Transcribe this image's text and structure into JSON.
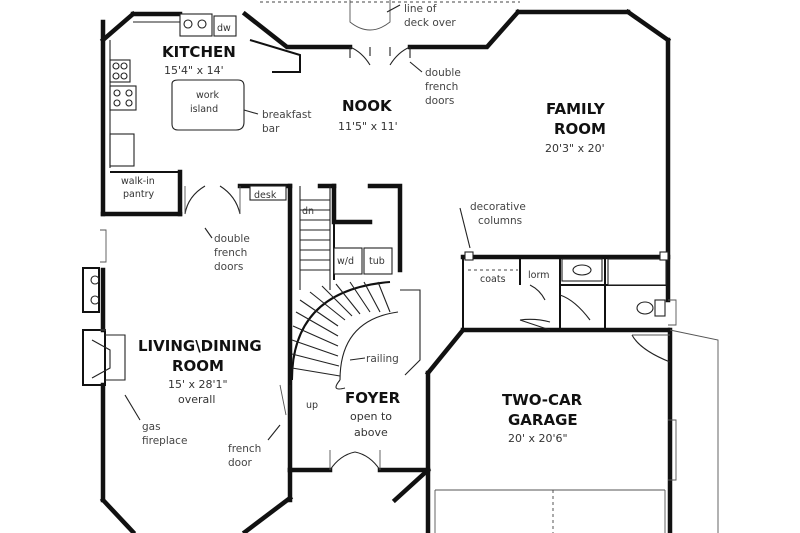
{
  "rooms": {
    "kitchen": {
      "name": "KITCHEN",
      "dims": "15'4\" x 14'"
    },
    "nook": {
      "name": "NOOK",
      "dims": "11'5\" x 11'"
    },
    "family": {
      "name_1": "FAMILY",
      "name_2": "ROOM",
      "dims": "20'3\" x 20'"
    },
    "living": {
      "name_1": "LIVING\\DINING",
      "name_2": "ROOM",
      "dims": "15' x 28'1\"",
      "dims_2": "overall"
    },
    "foyer": {
      "name": "FOYER",
      "note_1": "open to",
      "note_2": "above"
    },
    "garage": {
      "name_1": "TWO-CAR",
      "name_2": "GARAGE",
      "dims": "20' x 20'6\""
    }
  },
  "notes": {
    "deck_1": "line of",
    "deck_2": "deck over",
    "double_french_nook_1": "double",
    "double_french_nook_2": "french",
    "double_french_nook_3": "doors",
    "breakfast_1": "breakfast",
    "breakfast_2": "bar",
    "work_island_1": "work",
    "work_island_2": "island",
    "walkin_1": "walk-in",
    "walkin_2": "pantry",
    "desk": "desk",
    "dw": "dw",
    "dn": "dn",
    "up": "up",
    "wd": "w/d",
    "tub": "tub",
    "decorative_1": "decorative",
    "decorative_2": "columns",
    "coats": "coats",
    "lorm": "lorm",
    "double_french_living_1": "double",
    "double_french_living_2": "french",
    "double_french_living_3": "doors",
    "gas_1": "gas",
    "gas_2": "fireplace",
    "french_door_1": "french",
    "french_door_2": "door",
    "railing": "railing"
  }
}
